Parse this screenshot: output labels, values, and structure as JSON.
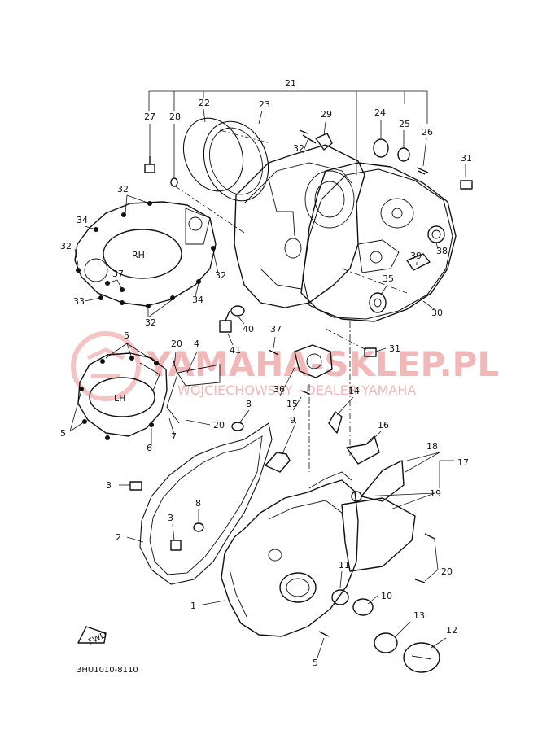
{
  "diagram": {
    "watermark": {
      "brand": "YAMAHA-SKLEP.PL",
      "dealer": "WOJCIECHOWSCY - DEALER YAMAHA"
    },
    "cover_rh_mark": "RH",
    "cover_lh_mark": "LH",
    "fwd_arrow": "FWD",
    "part_code": "3HU1010-8110",
    "callouts": [
      "21",
      "27",
      "28",
      "22",
      "23",
      "29",
      "24",
      "25",
      "26",
      "32",
      "31",
      "34",
      "38",
      "39",
      "35",
      "30",
      "37",
      "33",
      "40",
      "41",
      "5",
      "20",
      "4",
      "7",
      "6",
      "8",
      "9",
      "36",
      "15",
      "14",
      "16",
      "18",
      "17",
      "19",
      "3",
      "2",
      "11",
      "10",
      "1",
      "13",
      "12"
    ]
  }
}
